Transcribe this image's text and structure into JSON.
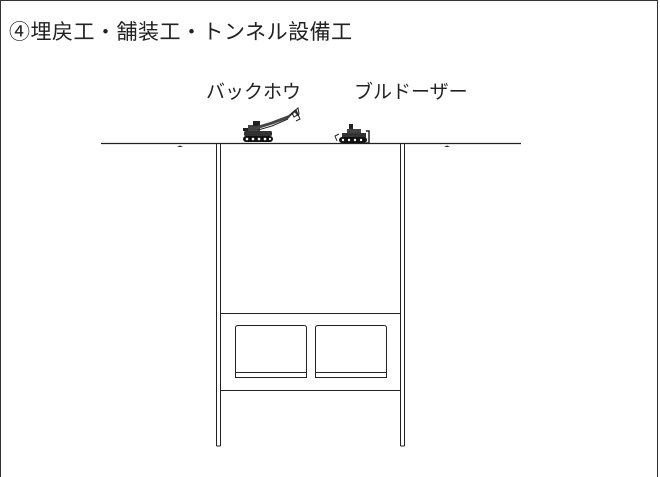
{
  "title": "④埋戻工・舗装工・トンネル設備工",
  "equipment": {
    "backhoe_label": "バックホウ",
    "bulldozer_label": "ブルドーザー"
  }
}
